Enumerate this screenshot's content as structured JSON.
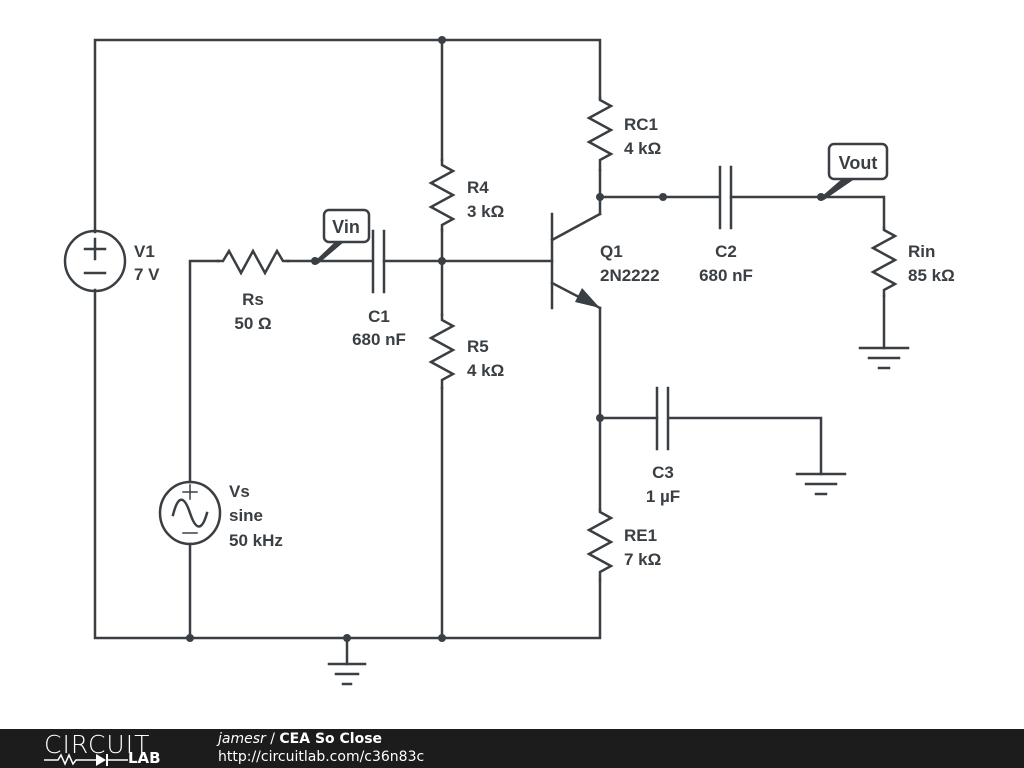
{
  "schematic": {
    "components": {
      "V1": {
        "name": "V1",
        "value": "7 V"
      },
      "Vs": {
        "name": "Vs",
        "type": "sine",
        "value": "50 kHz"
      },
      "Rs": {
        "name": "Rs",
        "value": "50 Ω"
      },
      "C1": {
        "name": "C1",
        "value": "680 nF"
      },
      "R4": {
        "name": "R4",
        "value": "3 kΩ"
      },
      "R5": {
        "name": "R5",
        "value": "4 kΩ"
      },
      "Q1": {
        "name": "Q1",
        "value": "2N2222"
      },
      "RC1": {
        "name": "RC1",
        "value": "4 kΩ"
      },
      "C2": {
        "name": "C2",
        "value": "680 nF"
      },
      "Rin": {
        "name": "Rin",
        "value": "85 kΩ"
      },
      "C3": {
        "name": "C3",
        "value": "1 µF"
      },
      "RE1": {
        "name": "RE1",
        "value": "7 kΩ"
      }
    },
    "probes": {
      "vin": "Vin",
      "vout": "Vout"
    }
  },
  "footer": {
    "logo_top": "CIRCUIT",
    "logo_bottom": "LAB",
    "user": "jamesr",
    "separator": " / ",
    "title": "CEA So Close",
    "url": "http://circuitlab.com/c36n83c"
  }
}
